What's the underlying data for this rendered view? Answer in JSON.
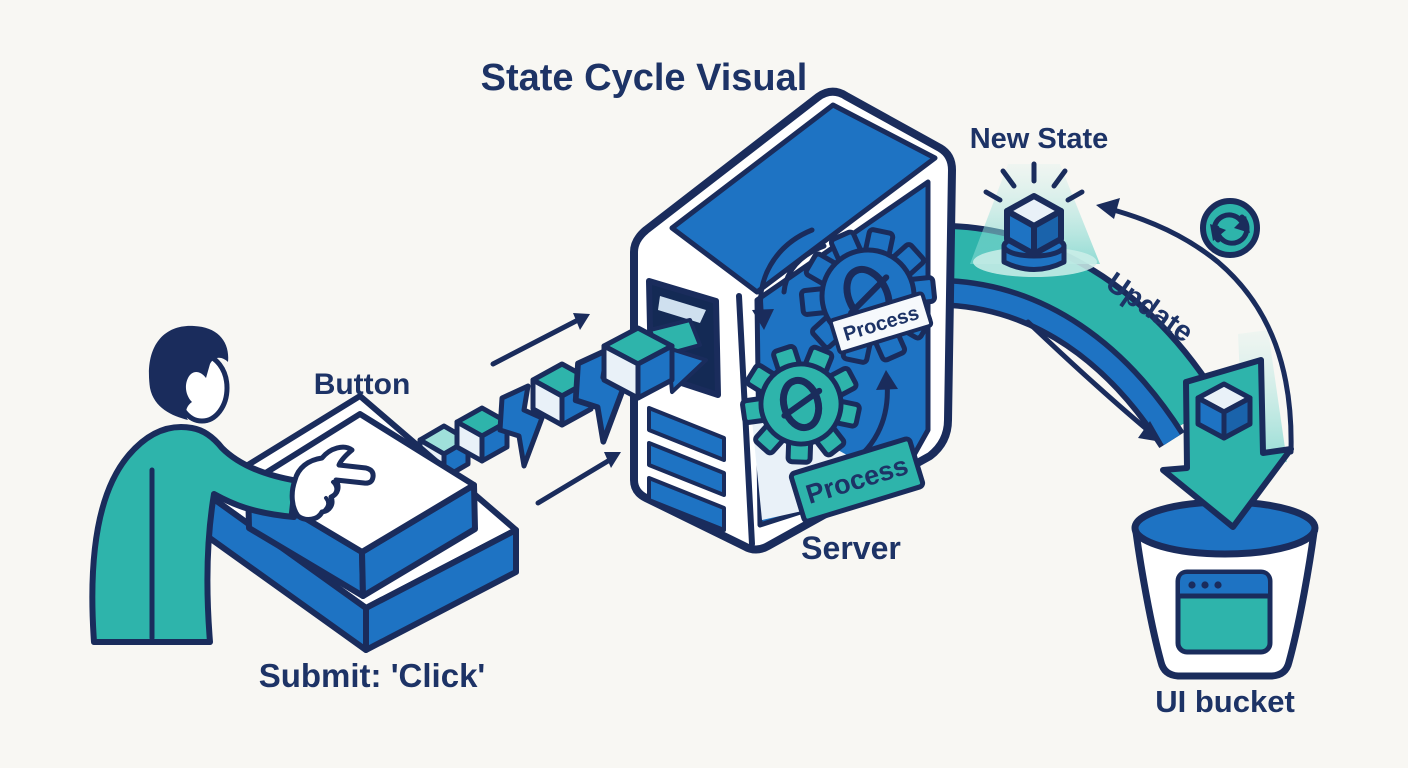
{
  "title": "State Cycle Visual",
  "labels": {
    "button": "Button",
    "submit": "Submit: 'Click'",
    "server": "Server",
    "process_gear": "Process",
    "process_banner": "Process",
    "new_state": "New State",
    "update": "Update",
    "ui_bucket": "UI bucket"
  },
  "icons": {
    "refresh_icon": "circular refresh arrows in teal badge",
    "gear_icon_blue": "blue cog (processing)",
    "gear_icon_teal": "teal cog (processing)",
    "cube_icon": "isometric data cube",
    "browser_window_icon": "app window inside bucket",
    "bucket_icon": "UI bucket container",
    "person_icon": "person pressing a large button",
    "update_band_icon": "curved update band arrow",
    "drop_arrow_icon": "arrow dropping state into bucket"
  },
  "colors": {
    "navy": "#1a2c5c",
    "blue": "#1e73c3",
    "blue_dark": "#1a63ab",
    "teal": "#2eb4ab",
    "teal_light": "#9fe0da",
    "bg": "#f8f7f3",
    "face_light": "#e9f1f8",
    "slot_dark": "#142a55",
    "text": "#1d3366"
  }
}
